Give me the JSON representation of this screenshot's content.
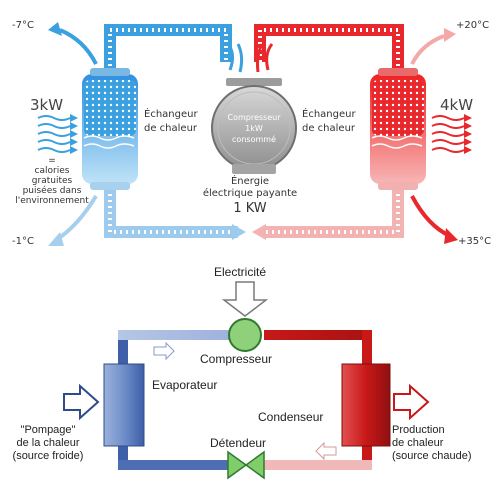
{
  "top": {
    "left_top_temp": "-7°C",
    "left_bottom_temp": "-1°C",
    "right_top_temp": "+20°C",
    "right_bottom_temp": "+35°C",
    "left_power": "3kW",
    "right_power": "4kW",
    "left_exchanger": [
      "Échangeur",
      "de chaleur"
    ],
    "right_exchanger": [
      "Échangeur",
      "de chaleur"
    ],
    "compressor": [
      "Compresseur",
      "1kW",
      "consommé"
    ],
    "energy": [
      "Énergie",
      "électrique payante"
    ],
    "energy_value": "1 KW",
    "free_calories": [
      "=",
      "calories",
      "gratuites",
      "puisées dans",
      "l'environnement"
    ],
    "colors": {
      "cold": "#3aa0e0",
      "hot": "#e8282c",
      "compressor": "#a7a7a7"
    }
  },
  "bottom": {
    "electricity": "Electricité",
    "compressor": "Compresseur",
    "evaporator": "Evaporateur",
    "condenser": "Condenseur",
    "expansion_valve": "Détendeur",
    "left_caption": [
      "\"Pompage\"",
      "de la chaleur",
      "(source froide)"
    ],
    "right_caption": [
      "Production",
      "de chaleur",
      "(source chaude)"
    ],
    "colors": {
      "cold": "#3f5fa8",
      "hot": "#c81818",
      "valve": "#7fce6a"
    }
  }
}
